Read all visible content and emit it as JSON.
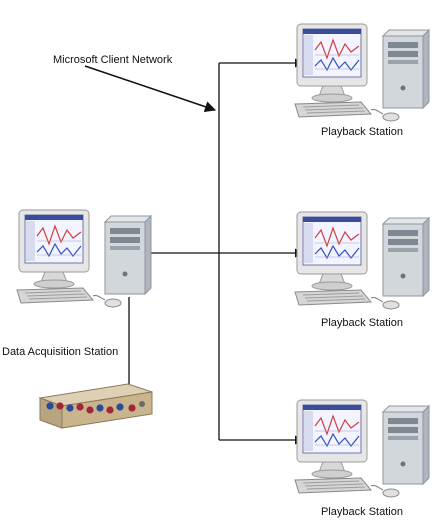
{
  "network": {
    "label": "Microsoft Client Network"
  },
  "acquisition": {
    "label": "Data Acquisition Station"
  },
  "playback": [
    {
      "label": "Playback Station"
    },
    {
      "label": "Playback Station"
    },
    {
      "label": "Playback Station"
    }
  ],
  "colors": {
    "line": "#111111",
    "monitor_frame": "#e4e4e4",
    "screen": "#eef0ff",
    "tower": "#cfd4da",
    "device_body": "#c9b48e",
    "connector_blue": "#2a4a9a",
    "connector_red": "#a0263a"
  },
  "icons": {
    "workstation": "desktop-computer-icon",
    "daq_device": "data-acquisition-device-icon"
  }
}
